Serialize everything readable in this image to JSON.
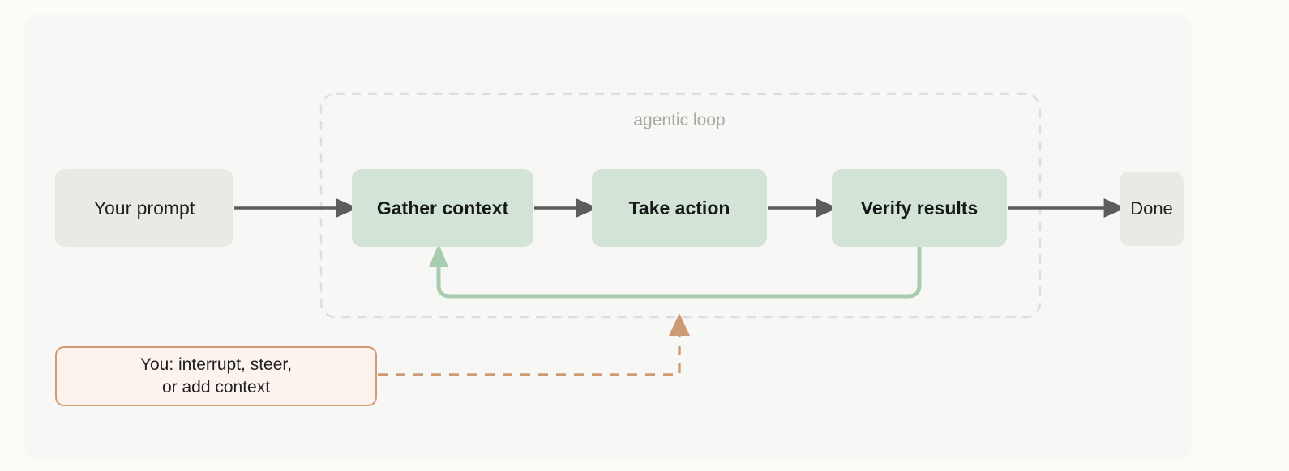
{
  "diagram": {
    "title": "agentic loop flow",
    "loop_container": {
      "label": "agentic loop"
    },
    "nodes": [
      {
        "id": "prompt",
        "label": "Your prompt",
        "kind": "neutral"
      },
      {
        "id": "gather",
        "label": "Gather context",
        "kind": "step"
      },
      {
        "id": "action",
        "label": "Take action",
        "kind": "step"
      },
      {
        "id": "verify",
        "label": "Verify results",
        "kind": "step"
      },
      {
        "id": "done",
        "label": "Done",
        "kind": "neutral"
      }
    ],
    "interrupt": {
      "line1": "You: interrupt, steer,",
      "line2": "or add context"
    },
    "edges": [
      {
        "from": "prompt",
        "to": "gather",
        "style": "solid-arrow",
        "color": "#5d5d5b"
      },
      {
        "from": "gather",
        "to": "action",
        "style": "solid-arrow",
        "color": "#5d5d5b"
      },
      {
        "from": "action",
        "to": "verify",
        "style": "solid-arrow",
        "color": "#5d5d5b"
      },
      {
        "from": "verify",
        "to": "done",
        "style": "solid-arrow",
        "color": "#5d5d5b"
      },
      {
        "from": "verify",
        "to": "gather",
        "style": "feedback-loop",
        "color": "#a8cdae"
      },
      {
        "from": "interrupt",
        "to": "agentic-loop",
        "style": "dashed-arrow",
        "color": "#cd9a74"
      }
    ],
    "colors": {
      "page_background": "#fdfdf7",
      "card_background": "#f7f7f6",
      "step_fill": "#d3e4d7",
      "neutral_fill": "#e9e9e6",
      "arrow": "#5d5d5b",
      "loop_border": "#dedede",
      "loop_label": "#a8a8a4",
      "feedback": "#a8cdae",
      "interrupt_border": "#d29a73",
      "interrupt_fill": "#fdf3ee"
    }
  }
}
